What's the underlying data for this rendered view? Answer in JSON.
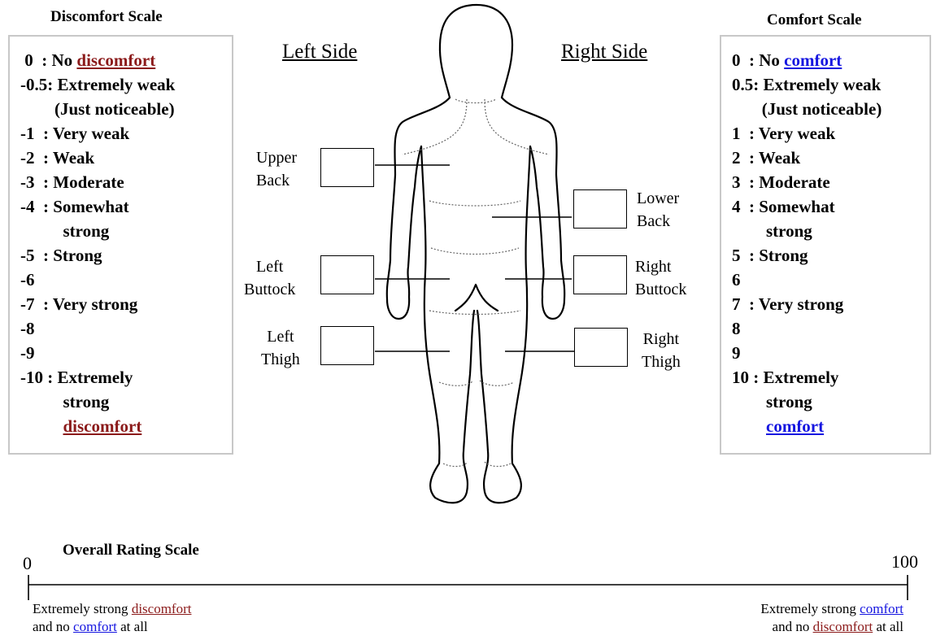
{
  "discomfort_scale": {
    "title": "Discomfort Scale",
    "rows": [
      {
        "num": " 0  : ",
        "text": "No ",
        "emph": "discomfort"
      },
      {
        "num": "-0.5: ",
        "text": "Extremely weak"
      },
      {
        "num": "        ",
        "text": "(Just noticeable)"
      },
      {
        "num": "-1  : ",
        "text": "Very weak"
      },
      {
        "num": "-2  : ",
        "text": "Weak"
      },
      {
        "num": "-3  : ",
        "text": "Moderate"
      },
      {
        "num": "-4  : ",
        "text": "Somewhat"
      },
      {
        "num": "          ",
        "text": "strong"
      },
      {
        "num": "-5  : ",
        "text": "Strong"
      },
      {
        "num": "-6",
        "text": ""
      },
      {
        "num": "-7  : ",
        "text": "Very strong"
      },
      {
        "num": "-8",
        "text": ""
      },
      {
        "num": "-9",
        "text": ""
      },
      {
        "num": "-10 : ",
        "text": "Extremely"
      },
      {
        "num": "          ",
        "text": "strong"
      },
      {
        "num": "          ",
        "text": "",
        "emph": "discomfort"
      }
    ]
  },
  "comfort_scale": {
    "title": "Comfort Scale",
    "rows": [
      {
        "num": "0  : ",
        "text": "No ",
        "emph": "comfort"
      },
      {
        "num": "0.5: ",
        "text": "Extremely weak"
      },
      {
        "num": "       ",
        "text": "(Just noticeable)"
      },
      {
        "num": "1  : ",
        "text": "Very weak"
      },
      {
        "num": "2  : ",
        "text": "Weak"
      },
      {
        "num": "3  : ",
        "text": "Moderate"
      },
      {
        "num": "4  : ",
        "text": "Somewhat"
      },
      {
        "num": "        ",
        "text": "strong"
      },
      {
        "num": "5  : ",
        "text": "Strong"
      },
      {
        "num": "6",
        "text": ""
      },
      {
        "num": "7  : ",
        "text": "Very strong"
      },
      {
        "num": "8",
        "text": ""
      },
      {
        "num": "9",
        "text": ""
      },
      {
        "num": "10 : ",
        "text": "Extremely"
      },
      {
        "num": "        ",
        "text": "strong"
      },
      {
        "num": "        ",
        "text": "",
        "emph": "comfort"
      }
    ]
  },
  "body_map": {
    "left_side": "Left Side",
    "right_side": "Right Side",
    "regions": {
      "upper_back": "Upper\nBack",
      "lower_back": "Lower\nBack",
      "left_buttock": "Left\nButtock",
      "right_buttock": "Right\nButtock",
      "left_thigh": "Left\nThigh",
      "right_thigh": "Right\nThigh"
    }
  },
  "overall_scale": {
    "title": "Overall Rating Scale",
    "min": "0",
    "max": "100",
    "left_note_line1_prefix": "Extremely strong ",
    "left_note_line1_emph": "discomfort",
    "left_note_line2_prefix": "and no ",
    "left_note_line2_emph": "comfort",
    "left_note_line2_suffix": " at all",
    "right_note_line1_prefix": "Extremely strong ",
    "right_note_line1_emph": "comfort",
    "right_note_line2_prefix": "and no ",
    "right_note_line2_emph": "discomfort",
    "right_note_line2_suffix": " at all"
  },
  "colors": {
    "discomfort": "#8b1a1a",
    "comfort": "#1515e0",
    "panel_border": "#c8c8c8"
  }
}
